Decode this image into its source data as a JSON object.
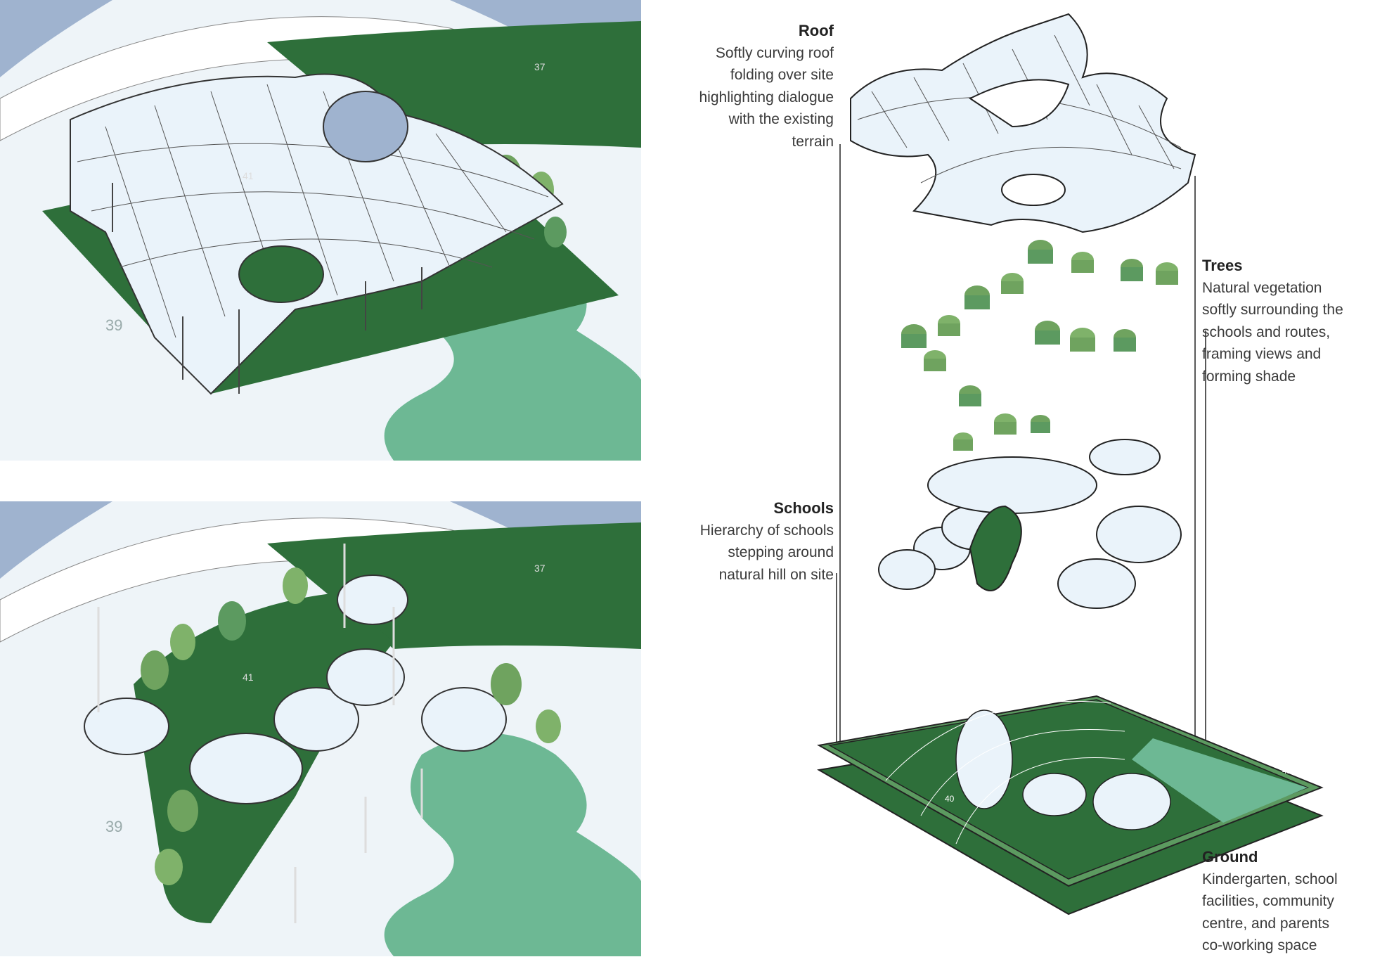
{
  "labels": {
    "roof": {
      "title": "Roof",
      "lines": [
        "Softly curving roof",
        "folding over site",
        "highlighting dialogue",
        "with the existing",
        "terrain"
      ]
    },
    "trees": {
      "title": "Trees",
      "lines": [
        "Natural vegetation",
        "softly surrounding the",
        "schools and routes,",
        "framing views and",
        "forming shade"
      ]
    },
    "schools": {
      "title": "Schools",
      "lines": [
        "Hierarchy of schools",
        "stepping around",
        "natural hill on site"
      ]
    },
    "ground": {
      "title": "Ground",
      "lines": [
        "Kindergarten, school",
        "facilities, community",
        "centre, and parents",
        "co-working space"
      ]
    }
  },
  "site_marks": {
    "top_panel": [
      "39",
      "41",
      "37"
    ],
    "bottom_panel": [
      "39",
      "41",
      "37"
    ],
    "ground_model": [
      "40",
      "41"
    ]
  },
  "colors": {
    "dark_green": "#2e6f3a",
    "mid_green": "#5c9a60",
    "light_green": "#6db894",
    "tree_green": "#7fb26a",
    "roof_white": "#eaf3fa",
    "sky_blue": "#9fb3cf",
    "line": "#222222"
  }
}
